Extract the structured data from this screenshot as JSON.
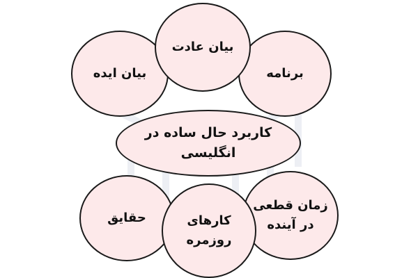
{
  "center": {
    "label": "کاربرد حال ساده در انگلیسی"
  },
  "uses": {
    "idea": "بیان ایده",
    "habit": "بیان عادت",
    "program": "برنامه",
    "facts": "حقایق",
    "daily": "کارهای روزمره",
    "future_line1": "زمان قطعی",
    "future_line2": "در آینده"
  },
  "colors": {
    "bubble_fill": "#fde9ea",
    "center_fill": "#fde9ea",
    "outline": "#1a1a1a",
    "text": "#111111",
    "watermark": "#5b6b9a"
  }
}
